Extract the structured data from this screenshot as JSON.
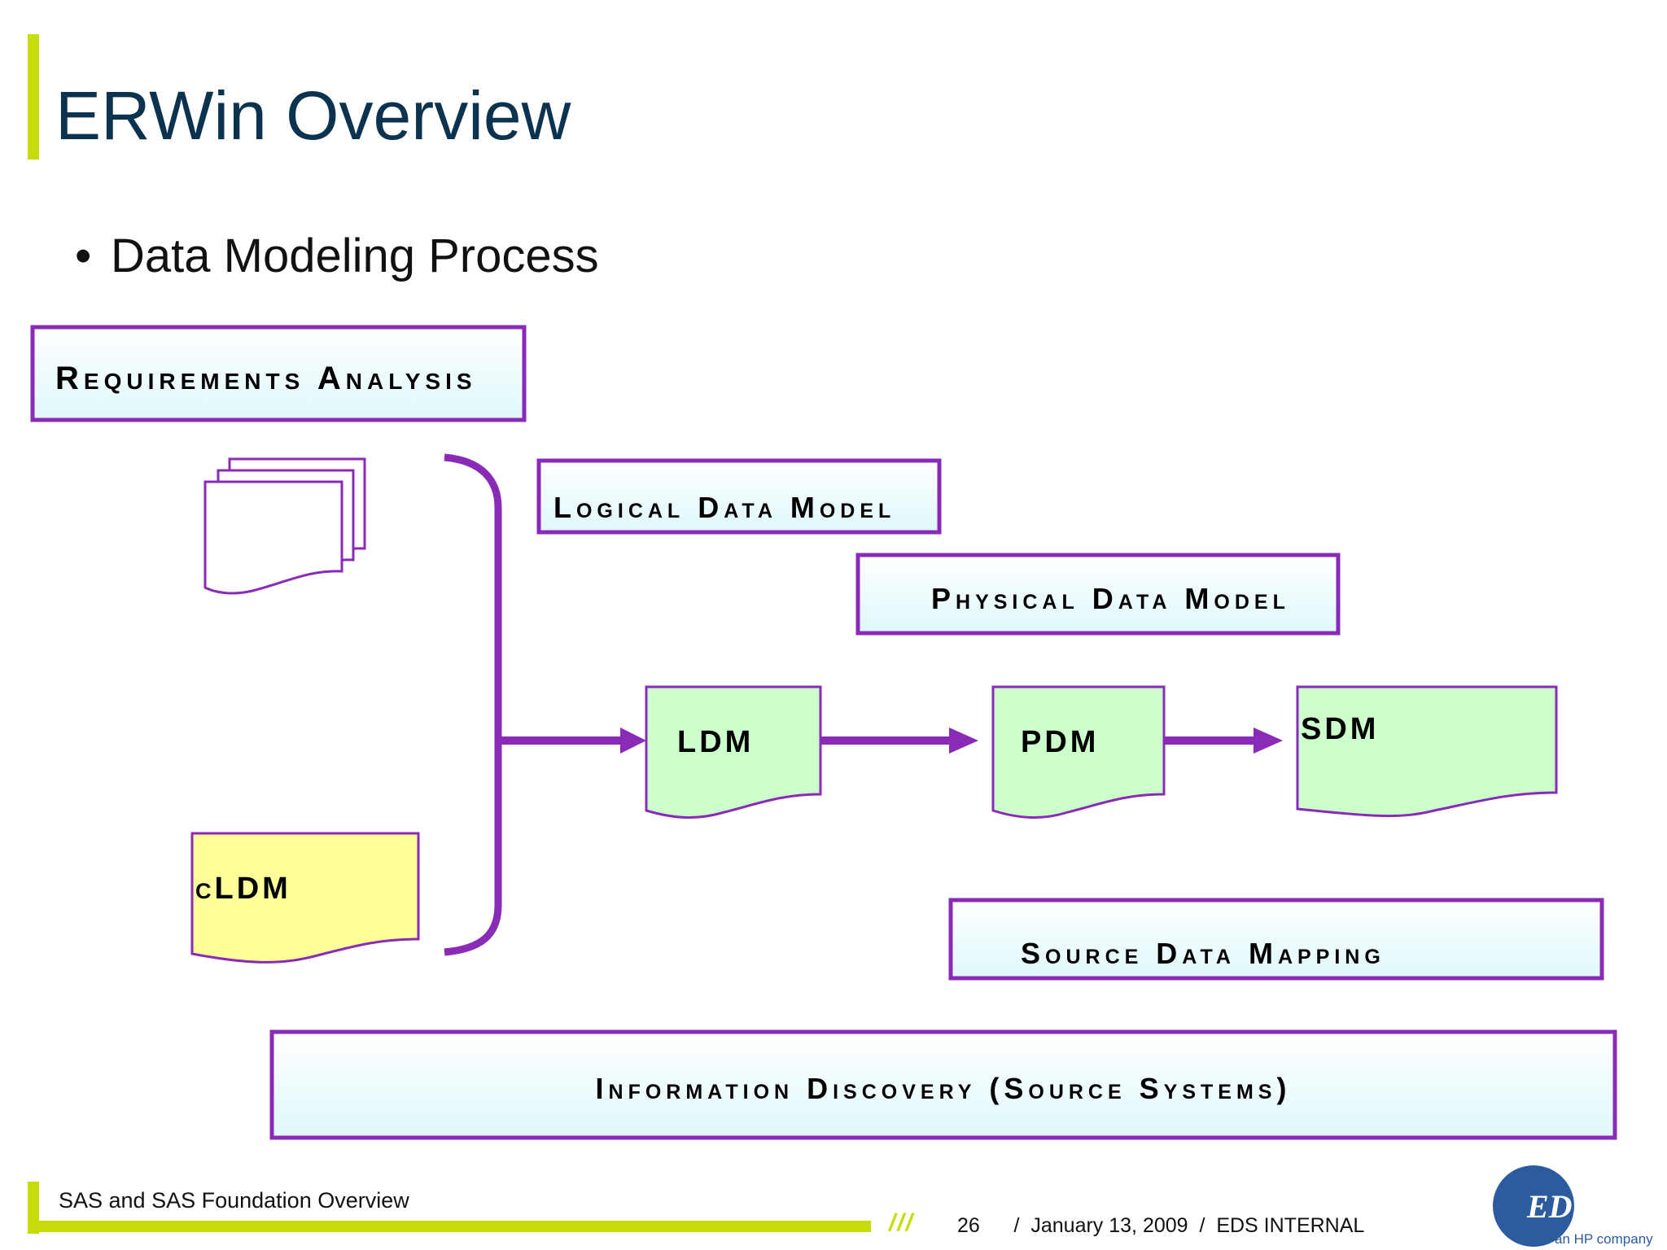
{
  "title": "ERWin Overview",
  "bullet": "Data Modeling Process",
  "diagram": {
    "requirements": "Requirements Analysis",
    "logical_model": "Logical Data Model",
    "physical_model": "Physical Data Model",
    "ldm": "LDM",
    "pdm": "PDM",
    "sdm": "SDM",
    "cldm": "cLDM",
    "source_mapping": "Source Data Mapping",
    "info_discovery": "Information Discovery (Source Systems)"
  },
  "footer": {
    "left_text": "SAS and SAS Foundation Overview",
    "slashes": "///",
    "page": "26",
    "date": "January 13, 2009",
    "classification": "EDS INTERNAL",
    "separator": "/"
  },
  "logo": {
    "name": "EDS",
    "tagline": "an HP company"
  },
  "colors": {
    "accent": "#c8dc0a",
    "title": "#0b3350",
    "purple": "#8a2bb8",
    "green_doc": "#ccffcc",
    "yellow_doc": "#ffff99",
    "logo_blue": "#2c5b9e"
  }
}
